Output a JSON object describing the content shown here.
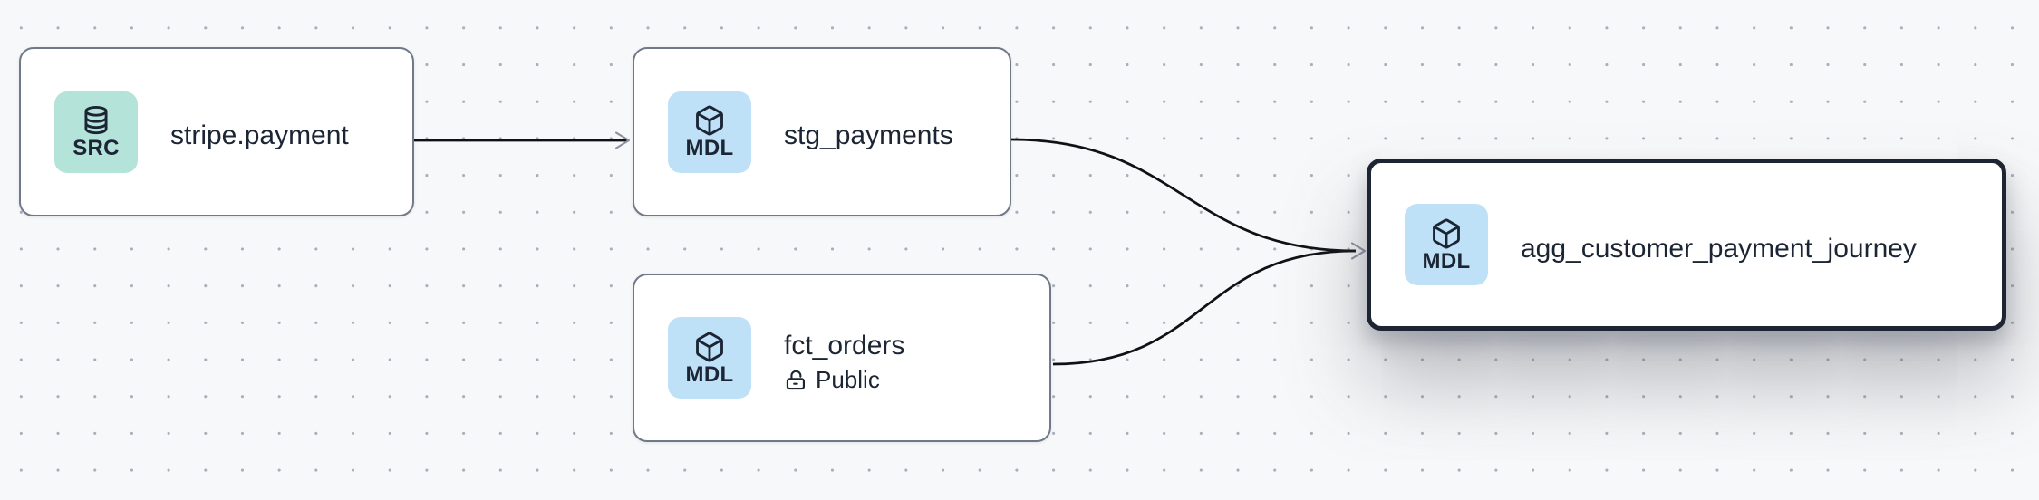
{
  "diagram": {
    "type": "data-lineage-graph",
    "nodes": [
      {
        "id": "stripe.payment",
        "title": "stripe.payment",
        "badge": {
          "label": "SRC",
          "icon": "database-icon",
          "color": "#b4e3da"
        },
        "selected": false
      },
      {
        "id": "stg_payments",
        "title": "stg_payments",
        "badge": {
          "label": "MDL",
          "icon": "cube-icon",
          "color": "#bfe1f8"
        },
        "selected": false
      },
      {
        "id": "fct_orders",
        "title": "fct_orders",
        "subtitle": {
          "icon": "lock-open-icon",
          "label": "Public"
        },
        "badge": {
          "label": "MDL",
          "icon": "cube-icon",
          "color": "#bfe1f8"
        },
        "selected": false
      },
      {
        "id": "agg_customer_payment_journey",
        "title": "agg_customer_payment_journey",
        "badge": {
          "label": "MDL",
          "icon": "cube-icon",
          "color": "#bfe1f8"
        },
        "selected": true
      }
    ],
    "edges": [
      {
        "from": "stripe.payment",
        "to": "stg_payments"
      },
      {
        "from": "stg_payments",
        "to": "agg_customer_payment_journey"
      },
      {
        "from": "fct_orders",
        "to": "agg_customer_payment_journey"
      }
    ],
    "colors": {
      "canvas_background": "#f7f8f9",
      "grid_dot": "#a9aeb9",
      "node_background": "#ffffff",
      "node_border": "#6f7988",
      "node_border_selected": "#1d2433",
      "badge_src_background": "#b4e3da",
      "badge_mdl_background": "#bfe1f8",
      "text": "#1b2534",
      "edge_line": "#101114",
      "edge_arrowhead": "#8a919e"
    }
  }
}
